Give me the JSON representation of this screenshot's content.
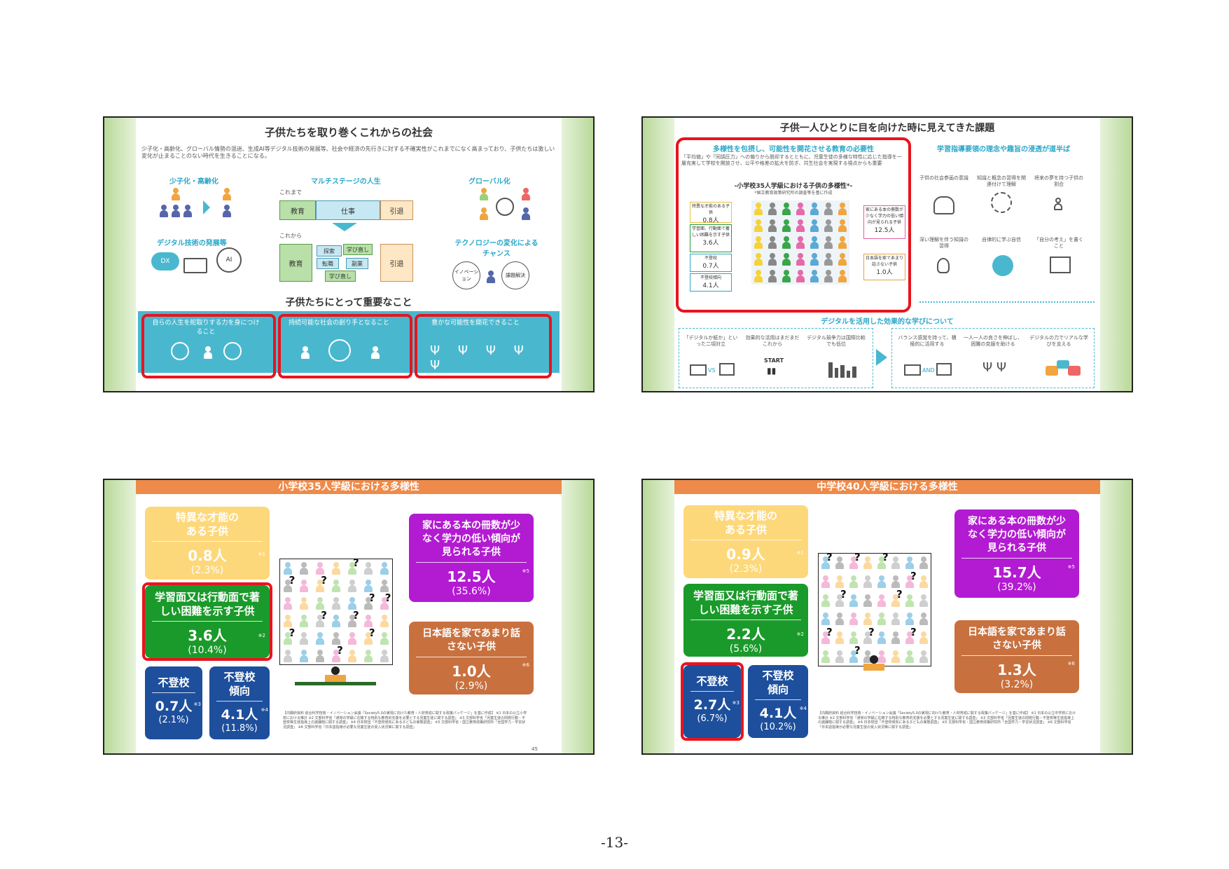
{
  "page_number": "-13-",
  "slide1": {
    "title": "子供たちを取り巻くこれからの社会",
    "intro": "少子化・高齢化、グローバル情勢の混迷、生成AI等デジタル技術の発展等、社会や経済の先行きに対する不確実性がこれまでになく高まっており、子供たちは激しい変化が止まることのない時代を生きることになる。",
    "sections": {
      "aging": "少子化・高齢化",
      "multistage": "マルチステージの人生",
      "global": "グローバル化",
      "digital": "デジタル技術の発展等",
      "tech": "テクノロジーの変化によるチャンス"
    },
    "until_now": "これまで",
    "from_now": "これから",
    "stages": {
      "edu": "教育",
      "work": "仕事",
      "retire": "引退"
    },
    "sub_stages": [
      "探索",
      "学び直し",
      "転職",
      "副業",
      "学び直し"
    ],
    "tech_circles": [
      "イノベーション",
      "課題解決"
    ],
    "dx": "DX",
    "ai": "AI",
    "important_heading": "子供たちにとって重要なこと",
    "important": [
      "自らの人生を舵取りする力を身につけること",
      "持続可能な社会の創り手となること",
      "豊かな可能性を開花できること"
    ]
  },
  "slide2": {
    "title": "子供一人ひとりに目を向けた時に見えてきた課題",
    "left_heading": "多様性を包摂し、可能性を開花させる教育の必要性",
    "left_text": "「平均値」や「同調圧力」への偏りから脱却するとともに、児童生徒の多様な特性に応じた指導を一層充実して学校を開放させ、公平や格差の拡大を防ぎ、共生社会を実現する視点からも重要",
    "left_sub": "-小学校35人学級における子供の多様性*-",
    "left_source": "*国立教育政策研究所の調査等を基に作成",
    "labels_left": [
      {
        "t": "特異な才能のある子供",
        "v": "0.8人"
      },
      {
        "t": "学習面、行動面で著しい困難を示す子供",
        "v": "3.6人"
      },
      {
        "t": "不登校",
        "v": "0.7人"
      },
      {
        "t": "不登校傾向",
        "v": "4.1人"
      }
    ],
    "labels_right": [
      {
        "t": "家にある本の冊数が少なく学力の低い傾向が見られる子供",
        "v": "12.5人"
      },
      {
        "t": "日本語を家であまり話さない子供",
        "v": "1.0人"
      }
    ],
    "right_heading": "学習指導要領の理念や趣旨の浸透が道半ば",
    "right_items": [
      "子供の社会参画の意識",
      "知識と概念の習得を関連付けて理解",
      "将来の夢を持つ子供の割合",
      "深い理解を伴う知識の習得",
      "自律的に学ぶ自信",
      "「自分の考え」を書くこと"
    ],
    "bottom_heading": "デジタルを活用した効果的な学びについて",
    "bottom_left": [
      "「デジタルか紙か」といった二項対立",
      "効果的な活用はまだまだこれから",
      "デジタル競争力は国際比較でも低位"
    ],
    "bottom_right": [
      "バランス感覚を持って、積極的に活用する",
      "一人一人の良さを伸ばし、困難の克服を助ける",
      "デジタルの力でリアルな学びを支える"
    ],
    "vs": "VS",
    "start": "START",
    "and": "AND"
  },
  "slide3": {
    "header": "小学校35人学級における多様性",
    "gifted": {
      "t": "特異な才能のある子供",
      "v": "0.8人",
      "p": "(2.3%)",
      "note": "※1"
    },
    "difficulty": {
      "t": "学習面又は行動面で著しい困難を示す子供",
      "v": "3.6人",
      "p": "(10.4%)",
      "note": "※2"
    },
    "absent": {
      "t": "不登校",
      "v": "0.7人",
      "p": "(2.1%)",
      "note": "※3"
    },
    "absent_tend": {
      "t": "不登校傾向",
      "v": "4.1人",
      "p": "(11.8%)",
      "note": "※4"
    },
    "books": {
      "t": "家にある本の冊数が少なく学力の低い傾向が見られる子供",
      "v": "12.5人",
      "p": "(35.6%)",
      "note": "※5"
    },
    "japanese": {
      "t": "日本語を家であまり話さない子供",
      "v": "1.0人",
      "p": "(2.9%)",
      "note": "※6"
    },
    "footnotes": "【内閣府資料 総合科学技術・イノベーション会議「Society5.0の実現に向けた教育・人材育成に関する政策パッケージ」を基に作成】 ※1 日本の公立小学校における推計 ※2 文部科学省「通常の学級に在籍する特別な教育的支援を必要とする児童生徒に関する調査」 ※3 文部科学省「児童生徒の問題行動・不登校等生徒指導上の諸課題に関する調査」 ※4 日本財団「不登校傾向にある子どもの実態調査」 ※5 文部科学省・国立教育政策研究所「全国学力・学習状況調査」 ※6 文部科学省「日本語指導が必要な児童生徒の受入状況等に関する調査」",
    "page": "45"
  },
  "slide4": {
    "header": "中学校40人学級における多様性",
    "gifted": {
      "t": "特異な才能のある子供",
      "v": "0.9人",
      "p": "(2.3%)",
      "note": "※1"
    },
    "difficulty": {
      "t": "学習面又は行動面で著しい困難を示す子供",
      "v": "2.2人",
      "p": "(5.6%)",
      "note": "※2"
    },
    "absent": {
      "t": "不登校",
      "v": "2.7人",
      "p": "(6.7%)",
      "note": "※3"
    },
    "absent_tend": {
      "t": "不登校傾向",
      "v": "4.1人",
      "p": "(10.2%)",
      "note": "※4"
    },
    "books": {
      "t": "家にある本の冊数が少なく学力の低い傾向が見られる子供",
      "v": "15.7人",
      "p": "(39.2%)",
      "note": "※5"
    },
    "japanese": {
      "t": "日本語を家であまり話さない子供",
      "v": "1.3人",
      "p": "(3.2%)",
      "note": "※6"
    },
    "footnotes": "【内閣府資料 総合科学技術・イノベーション会議「Society5.0の実現に向けた教育・人材育成に関する政策パッケージ」を基に作成】 ※1 日本の公立中学校における推計 ※2 文部科学省「通常の学級に在籍する特別な教育的支援を必要とする児童生徒に関する調査」 ※3 文部科学省「児童生徒の問題行動・不登校等生徒指導上の諸課題に関する調査」 ※4 日本財団「不登校傾向にある子どもの実態調査」 ※5 文部科学省・国立教育政策研究所「全国学力・学習状況調査」 ※6 文部科学省「日本語指導が必要な児童生徒の受入状況等に関する調査」"
  },
  "colors": {
    "yellow": "#fdd87a",
    "green": "#1a9a2a",
    "blue": "#1d4f9c",
    "magenta": "#b21bd1",
    "brown": "#c8713f",
    "teal": "#49b8cf",
    "red": "#e8141e",
    "orange": "#ee8a4a"
  }
}
